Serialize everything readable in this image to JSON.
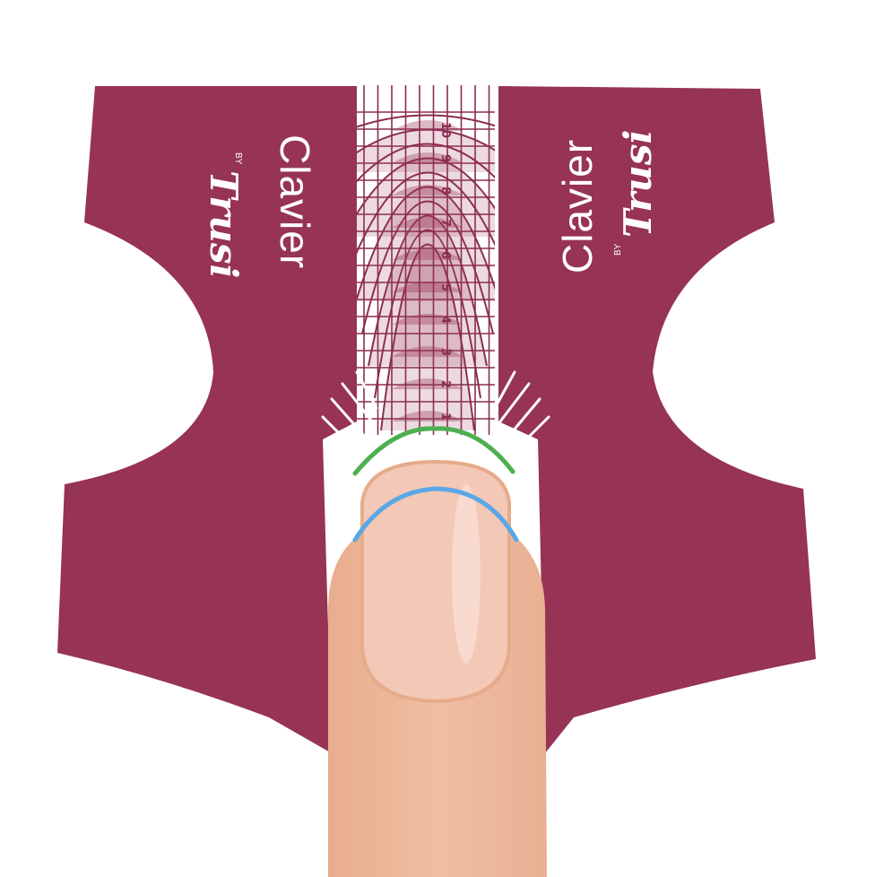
{
  "colors": {
    "form": "#973355",
    "form_dark": "#8a2d4d",
    "grid": "#8b2d52",
    "finger": "#edb99b",
    "nail": "#f3c8b6",
    "green_guide": "#4caf50",
    "blue_guide": "#5aa7e6"
  },
  "brand": {
    "left": {
      "name": "Clavier",
      "by": "BY",
      "script": "Trusi"
    },
    "right": {
      "name": "Clavier",
      "by": "BY",
      "script": "Trusi"
    }
  },
  "scale_numbers": [
    "1",
    "2",
    "3",
    "4",
    "5",
    "6",
    "7",
    "8",
    "9",
    "10"
  ]
}
